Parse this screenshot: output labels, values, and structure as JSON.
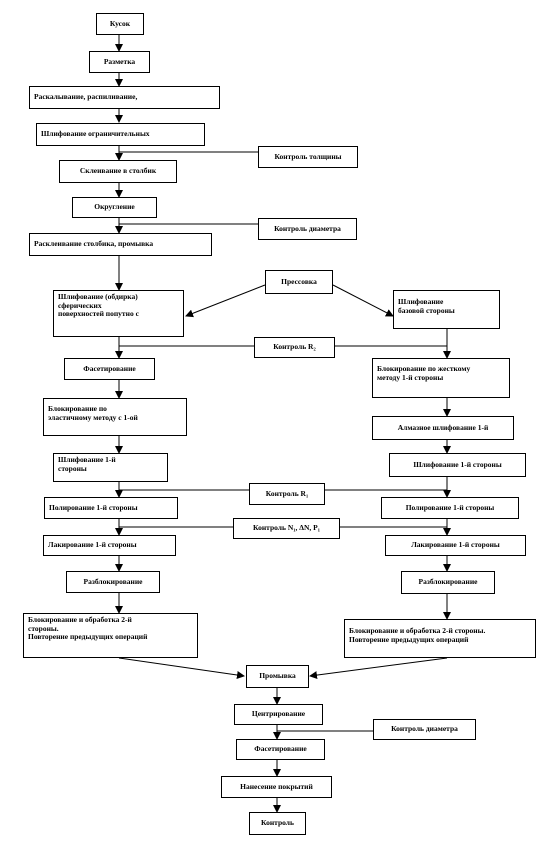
{
  "steps": {
    "kusok": "Кусок",
    "razmetka": "Разметка",
    "raskalyvanie": "Раскалывание, распиливание,",
    "shlif_ogranichitelnyh": "Шлифование ограничительных",
    "kontrol_tolshchiny": "Контроль толщины",
    "sklеivanie": "Склеивание в столбик",
    "okruglenie": "Округление",
    "kontrol_diametra_1": "Контроль диаметра",
    "rasklеivanie": "Расклеивание столбика, промывка",
    "pressovka": "Прессовка",
    "shlif_sfericheskih": "Шлифование (обдирка)\nсферических\nповерхностей попутно с",
    "shlif_bazovoy": "Шлифование\nбазовой стороны",
    "kontrol_r2": "Контроль R₂",
    "fasetirovanie_1": "Фасетирование",
    "blokirovanie_zhestkomu": "Блокирование по жесткому\nметоду 1-й стороны",
    "blokirovanie_elastichnomu": "Блокирование по\nэластичному методу с 1-ой",
    "almaznoe_shlif": "Алмазное шлифование 1-й",
    "shlif_1_left": "Шлифование 1-й\nстороны",
    "shlif_1_right": "Шлифование 1-й стороны",
    "kontrol_r1": "Контроль R₁",
    "polirovanie_left": "Полирование 1-й стороны",
    "polirovanie_right": "Полирование 1-й стороны",
    "kontrol_n1": "Контроль N₁, ΔN, P₁",
    "lakirovanie_left": "Лакирование 1-й стороны",
    "lakirovanie_right": "Лакирование 1-й стороны",
    "razblokirovanie_left": "Разблокирование",
    "razblokirovanie_right": "Разблокирование",
    "blok_2_left": "Блокирование и обработка 2-й\nстороны.\nПовторение предыдущих операций",
    "blok_2_right": "Блокирование и обработка 2-й стороны.\nПовторение предыдущих операций",
    "promyvka": "Промывка",
    "centrirovanie": "Центрирование",
    "kontrol_diametra_2": "Контроль диаметра",
    "fasetirovanie_2": "Фасетирование",
    "nanesenie": "Нанесение покрытий",
    "kontrol": "Контроль"
  }
}
